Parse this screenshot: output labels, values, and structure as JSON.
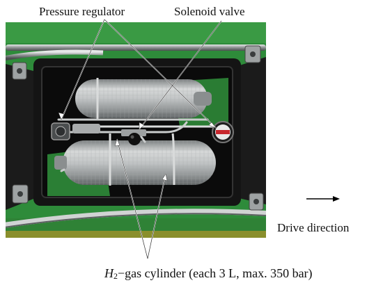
{
  "labels": {
    "pressure_regulator": "Pressure regulator",
    "solenoid_valve": "Solenoid valve",
    "drive_direction": "Drive direction",
    "cylinder_symbol": "H",
    "cylinder_subscript": "2",
    "cylinder_rest": "−gas cylinder (each 3 L, max. 350 bar)"
  },
  "colors": {
    "mat_green": "#2e8b3a",
    "tray_black": "#141414",
    "cylinder_gray": "#b9bcbd",
    "accent_red": "#c8272d"
  }
}
